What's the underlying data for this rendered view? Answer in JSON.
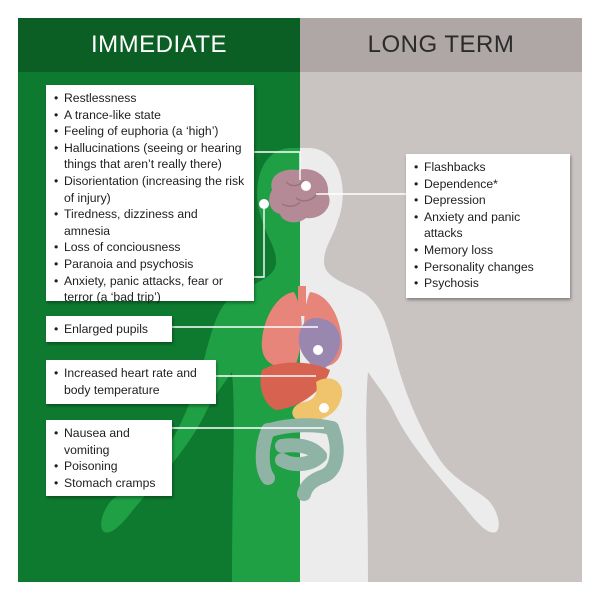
{
  "headers": {
    "immediate": "IMMEDIATE",
    "long_term": "LONG TERM"
  },
  "immediate": {
    "brain_effects": [
      "Restlessness",
      "A trance-like state",
      "Feeling of euphoria (a ‘high’)",
      "Hallucinations (seeing or hearing things that aren’t really there)",
      "Disorientation (increasing the risk of injury)",
      "Tiredness, dizziness and amnesia",
      "Loss of conciousness",
      "Paranoia and psychosis",
      "Anxiety, panic attacks, fear or terror (a ‘bad trip’)"
    ],
    "eye_effects": [
      "Enlarged pupils"
    ],
    "heart_effects": [
      "Increased heart rate and body temperature"
    ],
    "stomach_effects": [
      "Nausea and vomiting",
      "Poisoning",
      "Stomach cramps"
    ]
  },
  "long_term": {
    "brain_effects": [
      "Flashbacks",
      "Dependence*",
      "Depression",
      "Anxiety and panic attacks",
      "Memory loss",
      "Personality changes",
      "Psychosis"
    ]
  },
  "colors": {
    "immediate_bg": "#0e7a30",
    "immediate_header": "#0b5f24",
    "long_term_bg": "#c9c3c2",
    "long_term_header": "#aea7a6",
    "brain": "#b48a97",
    "lungs": "#e8857a",
    "heart": "#9a87b0",
    "liver": "#d86250",
    "stomach": "#f0c46c",
    "intestines": "#8fb3a5"
  }
}
